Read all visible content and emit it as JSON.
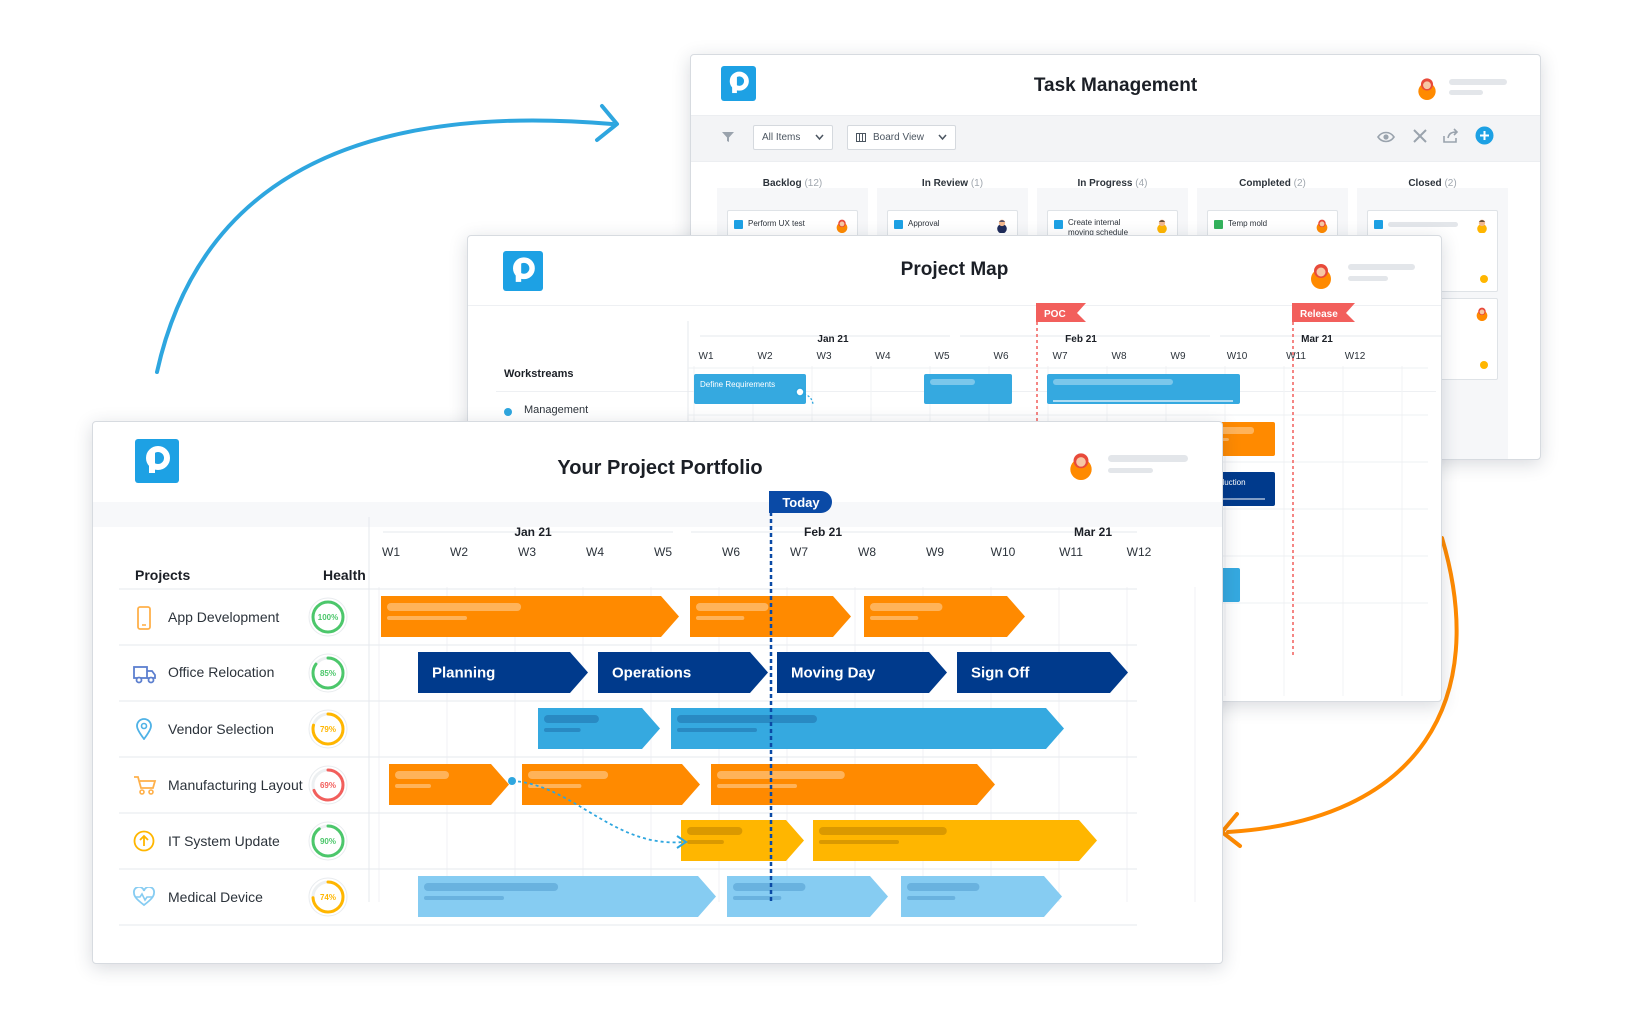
{
  "colors": {
    "brand": "#1da1e4",
    "orange": "#ff8a00",
    "navy": "#003a8c",
    "blue": "#35a9e0",
    "yellow": "#ffb600",
    "lightblue": "#86ccf2",
    "red": "#f25f5c"
  },
  "task_window": {
    "title": "Task Management",
    "toolbar": {
      "filter_value": "All Items",
      "view_value": "Board View"
    },
    "columns": [
      {
        "name": "Backlog",
        "count": "(12)",
        "card": "Perform UX test"
      },
      {
        "name": "In Review",
        "count": "(1)",
        "card": "Approval"
      },
      {
        "name": "In Progress",
        "count": "(4)",
        "card_line1": "Create internal",
        "card_line2": "moving schedule"
      },
      {
        "name": "Completed",
        "count": "(2)",
        "card": "Temp mold"
      },
      {
        "name": "Closed",
        "count": "(2)"
      }
    ]
  },
  "map_window": {
    "title": "Project Map",
    "workstreams_label": "Workstreams",
    "workstream": "Management",
    "months": [
      "Jan 21",
      "Feb 21",
      "Mar 21"
    ],
    "weeks": [
      "W1",
      "W2",
      "W3",
      "W4",
      "W5",
      "W6",
      "W7",
      "W8",
      "W9",
      "W10",
      "W11",
      "W12"
    ],
    "flags": [
      "POC",
      "Release"
    ],
    "bars": [
      "Define Requirements",
      "Move To Production"
    ]
  },
  "portfolio_window": {
    "title": "Your Project Portfolio",
    "col_projects": "Projects",
    "col_health": "Health",
    "today_label": "Today",
    "months": [
      "Jan 21",
      "Feb 21",
      "Mar 21"
    ],
    "weeks": [
      "W1",
      "W2",
      "W3",
      "W4",
      "W5",
      "W6",
      "W7",
      "W8",
      "W9",
      "W10",
      "W11",
      "W12"
    ],
    "projects": [
      {
        "name": "App Development",
        "health": "100%",
        "health_value": 100,
        "health_color": "#4cc76b",
        "icon": "phone-icon"
      },
      {
        "name": "Office Relocation",
        "health": "85%",
        "health_value": 85,
        "health_color": "#4cc76b",
        "icon": "truck-icon"
      },
      {
        "name": "Vendor Selection",
        "health": "79%",
        "health_value": 79,
        "health_color": "#ffb600",
        "icon": "location-pin-icon"
      },
      {
        "name": "Manufacturing Layout",
        "health": "69%",
        "health_value": 69,
        "health_color": "#f25f5c",
        "icon": "cart-icon"
      },
      {
        "name": "IT System Update",
        "health": "90%",
        "health_value": 90,
        "health_color": "#4cc76b",
        "icon": "upload-icon"
      },
      {
        "name": "Medical Device",
        "health": "74%",
        "health_value": 74,
        "health_color": "#ffb600",
        "icon": "heart-pulse-icon"
      }
    ],
    "phases": [
      "Planning",
      "Operations",
      "Moving Day",
      "Sign Off"
    ]
  }
}
